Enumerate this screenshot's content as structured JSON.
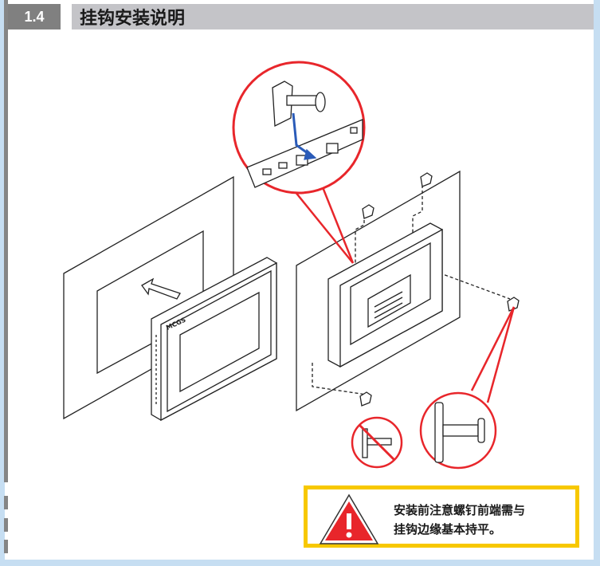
{
  "section": {
    "number": "1.4",
    "title": "挂钩安装说明"
  },
  "illustration": {
    "brand_logo": "MCGS"
  },
  "warning": {
    "icon": "warning-triangle-icon",
    "line1": "安装前注意螺钉前端需与",
    "line2": "挂钩边缘基本持平。"
  },
  "colors": {
    "accent_red": "#e8262b",
    "warning_border": "#f7c800",
    "arrow_blue": "#2a5bb8"
  }
}
